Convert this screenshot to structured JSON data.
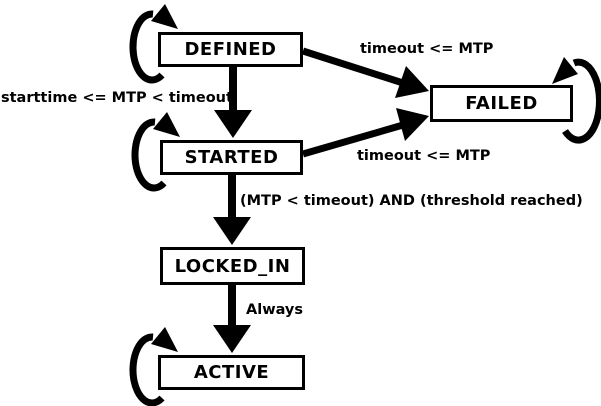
{
  "diagram": {
    "title": "state machine diagram",
    "colors": {
      "ink": "#000000",
      "paper": "#ffffff"
    },
    "states": [
      {
        "id": "defined",
        "label": "DEFINED",
        "self_loop": true
      },
      {
        "id": "failed",
        "label": "FAILED",
        "self_loop": true
      },
      {
        "id": "started",
        "label": "STARTED",
        "self_loop": true
      },
      {
        "id": "locked_in",
        "label": "LOCKED_IN",
        "self_loop": false
      },
      {
        "id": "active",
        "label": "ACTIVE",
        "self_loop": true
      }
    ],
    "transitions": [
      {
        "from": "DEFINED",
        "to": "FAILED",
        "label": "timeout <= MTP"
      },
      {
        "from": "DEFINED",
        "to": "STARTED",
        "label": "starttime <= MTP < timeout"
      },
      {
        "from": "STARTED",
        "to": "FAILED",
        "label": "timeout <= MTP"
      },
      {
        "from": "STARTED",
        "to": "LOCKED_IN",
        "label": "(MTP < timeout) AND (threshold reached)"
      },
      {
        "from": "LOCKED_IN",
        "to": "ACTIVE",
        "label": "Always"
      }
    ],
    "self_transitions": [
      "DEFINED",
      "FAILED",
      "STARTED",
      "ACTIVE"
    ]
  }
}
